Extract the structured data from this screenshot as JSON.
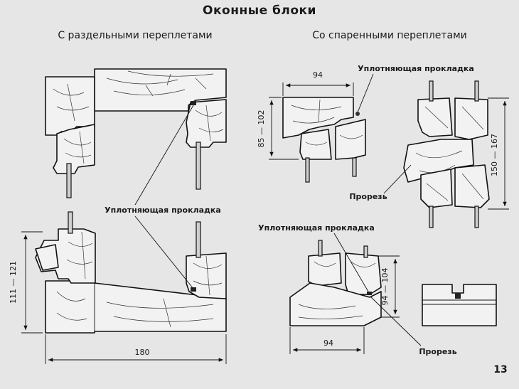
{
  "title": "Оконные блоки",
  "left_section": {
    "subtitle": "С раздельными переплетами",
    "seal_label": "Уплотняющая прокладка",
    "dim_height": "111 — 121",
    "dim_width": "180"
  },
  "right_section": {
    "subtitle": "Со спаренными переплетами",
    "top_seal_label": "Уплотняющая прокладка",
    "dim_top_width": "94",
    "dim_top_height": "85 — 102",
    "slot_label": "Прорезь",
    "dim_right_height": "150 — 167",
    "bottom_seal_label": "Уплотняющая прокладка",
    "dim_bottom_height": "94 — 104",
    "dim_bottom_width": "94",
    "bottom_slot_label": "Прорезь"
  },
  "page_number": "13"
}
